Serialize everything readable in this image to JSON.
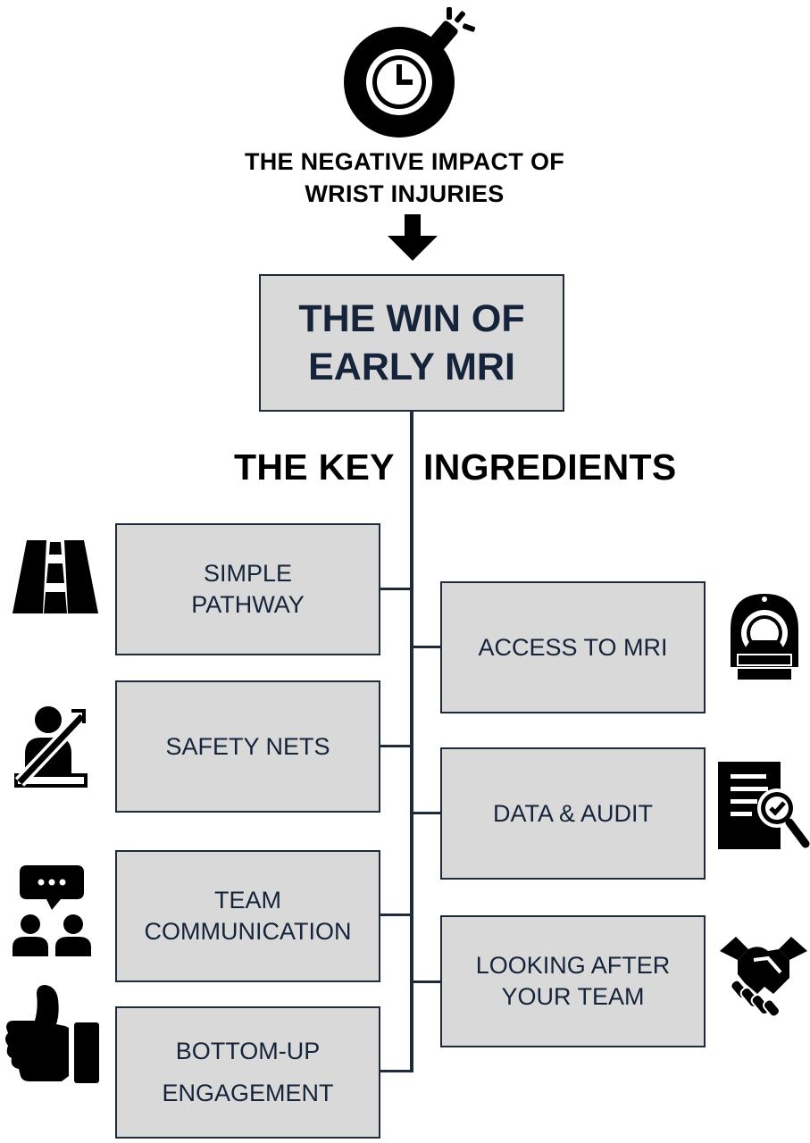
{
  "top": {
    "line1": "THE NEGATIVE IMPACT OF",
    "line2": "WRIST INJURIES"
  },
  "main": {
    "line1": "THE WIN OF",
    "line2": "EARLY MRI"
  },
  "heading": {
    "left": "THE KEY",
    "right": "INGREDIENTS"
  },
  "left_items": [
    {
      "line1": "SIMPLE",
      "line2": "PATHWAY",
      "icon": "road-icon"
    },
    {
      "line1": "SAFETY NETS",
      "line2": "",
      "icon": "seatbelt-icon"
    },
    {
      "line1": "TEAM",
      "line2": "COMMUNICATION",
      "icon": "team-chat-icon"
    },
    {
      "line1": "BOTTOM-UP",
      "line2": "ENGAGEMENT",
      "icon": "thumbs-up-icon"
    }
  ],
  "right_items": [
    {
      "line1": "ACCESS TO MRI",
      "line2": "",
      "icon": "mri-scanner-icon"
    },
    {
      "line1": "DATA & AUDIT",
      "line2": "",
      "icon": "document-audit-icon"
    },
    {
      "line1": "LOOKING AFTER",
      "line2": "YOUR TEAM",
      "icon": "handshake-icon"
    }
  ],
  "colors": {
    "box_fill": "#d9d9d9",
    "box_border": "#1f2a3a",
    "text_dark_navy": "#15243a",
    "icon": "#000000"
  }
}
